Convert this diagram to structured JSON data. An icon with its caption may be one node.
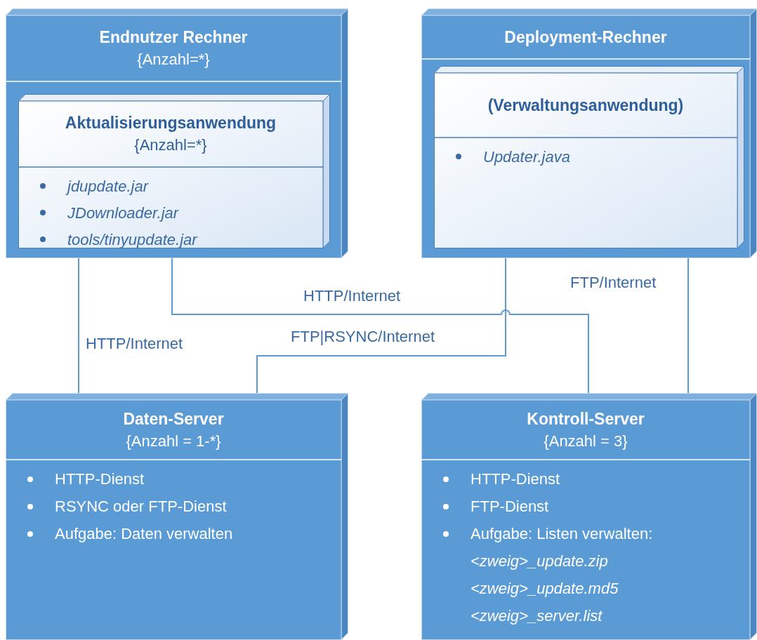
{
  "diagram": {
    "nodes": [
      {
        "text": [
          "Endnutzer Rechner",
          "{Anzahl=*}"
        ]
      },
      {
        "text": [
          "Aktualisierungsanwendung",
          "{Anzahl=*}",
          "jdupdate.jar",
          "JDownloader.jar",
          "tools/tinyupdate.jar"
        ],
        "in": 0
      },
      {
        "text": [
          "Deployment-Rechner"
        ]
      },
      {
        "text": [
          "(Verwaltungsanwendung)",
          "Updater.java"
        ],
        "in": 2
      },
      {
        "text": [
          "Daten-Server",
          "{Anzahl = 1-*}",
          "HTTP-Dienst",
          "RSYNC oder FTP-Dienst",
          "Aufgabe: Daten verwalten"
        ]
      },
      {
        "text": [
          "Kontroll-Server",
          "{Anzahl = 3}",
          "HTTP-Dienst",
          "FTP-Dienst",
          "Aufgabe: Listen verwalten:",
          "<zweig>_update.zip",
          "<zweig>_update.md5",
          "<zweig>_server.list"
        ]
      }
    ],
    "edges": [
      {
        "from": 0,
        "to": 4,
        "arrow": "none",
        "label": "HTTP/Internet"
      },
      {
        "from": 0,
        "to": 5,
        "arrow": "none",
        "label": "HTTP/Internet"
      },
      {
        "from": 2,
        "to": 4,
        "arrow": "none",
        "label": "FTP|RSYNC/Internet"
      },
      {
        "from": 2,
        "to": 5,
        "arrow": "none",
        "label": "FTP/Internet"
      }
    ]
  }
}
